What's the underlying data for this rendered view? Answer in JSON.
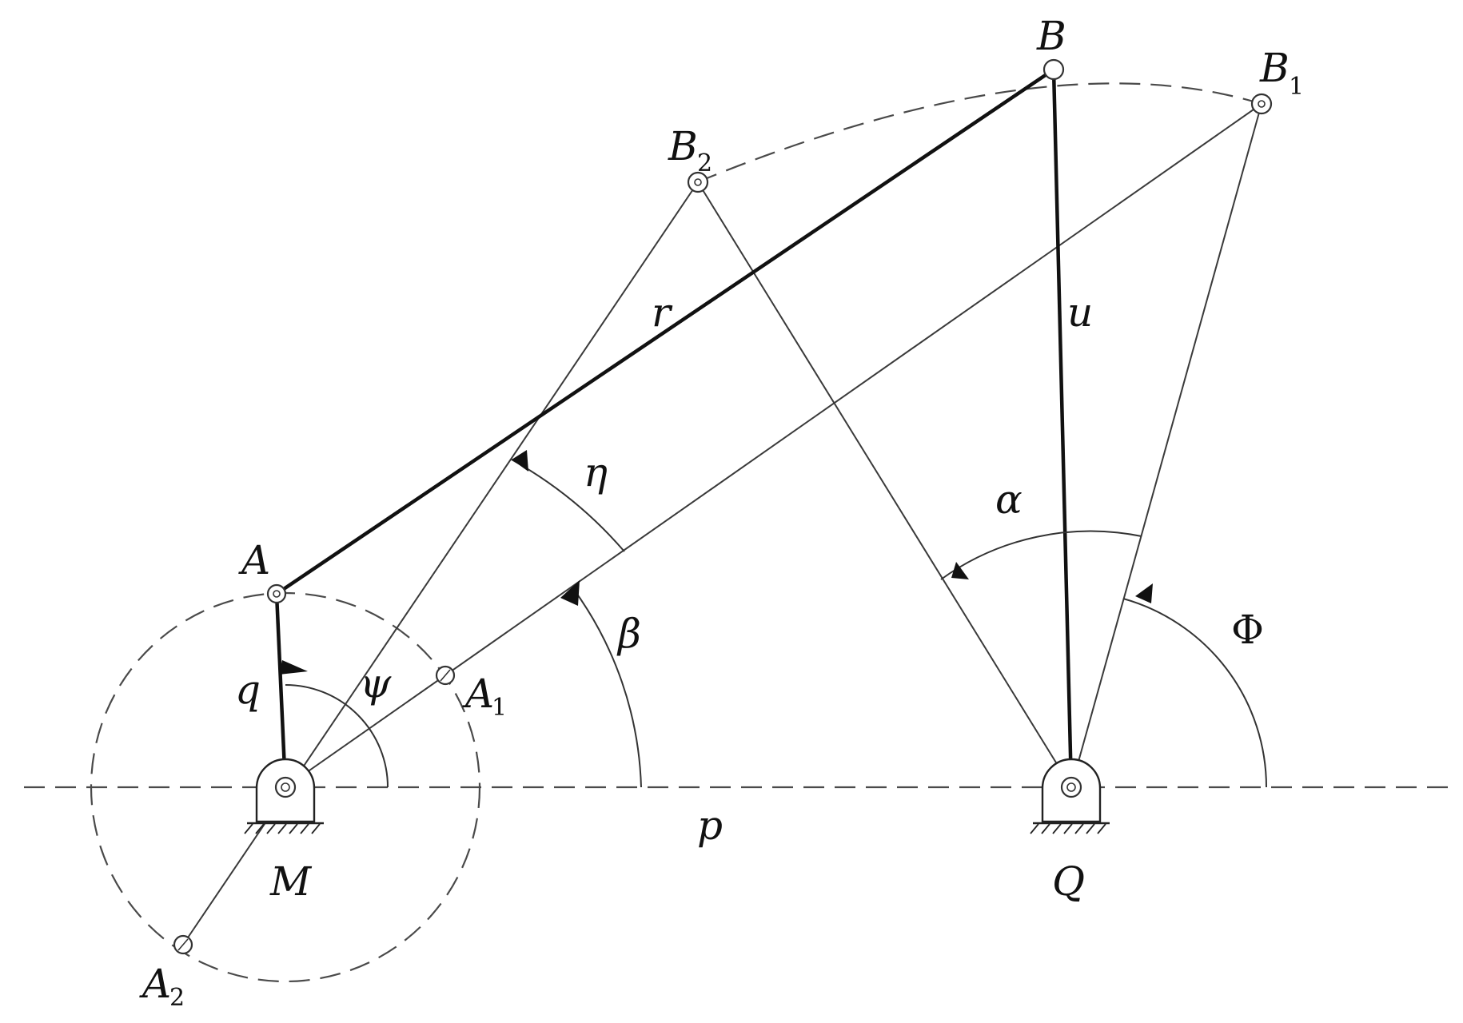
{
  "points": {
    "A": "A",
    "A1": "A",
    "A1_sub": "1",
    "A2": "A",
    "A2_sub": "2",
    "B": "B",
    "B1": "B",
    "B1_sub": "1",
    "B2": "B",
    "B2_sub": "2",
    "M": "M",
    "Q": "Q"
  },
  "links": {
    "q": "q",
    "r": "r",
    "u": "u",
    "p": "p"
  },
  "angles": {
    "psi": "ψ",
    "beta": "β",
    "eta": "η",
    "alpha": "α",
    "phi": "Φ"
  }
}
